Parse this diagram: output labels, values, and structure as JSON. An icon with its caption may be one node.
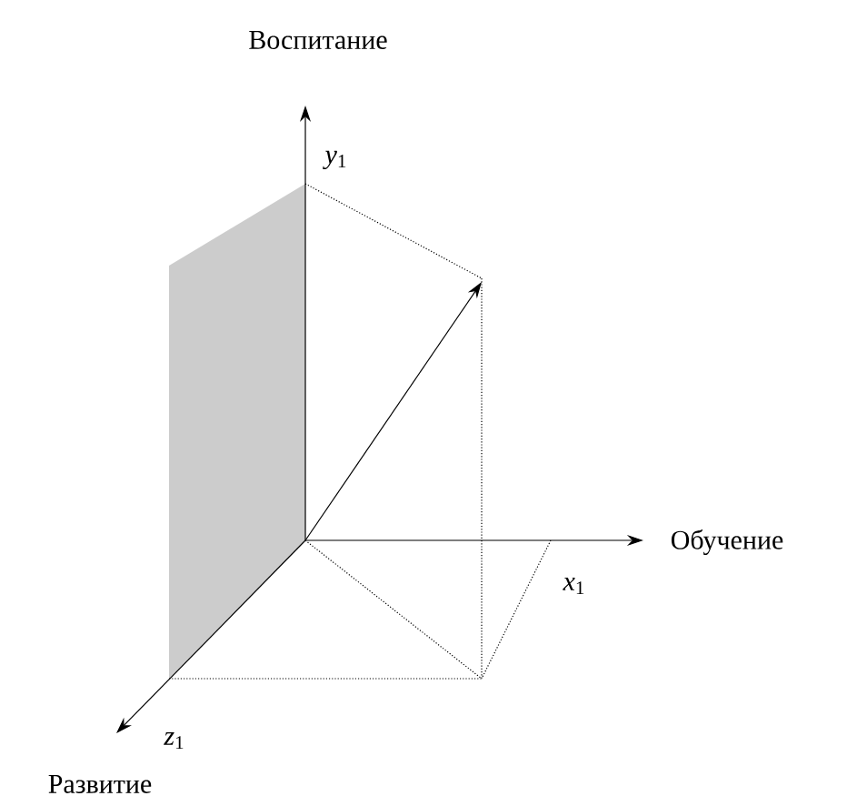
{
  "diagram": {
    "labels": [
      "Воспитание",
      "*y*$_{1}$",
      "Обучение",
      "*x*$_{1}$",
      "*z*$_{1}$",
      "Развитие"
    ]
  }
}
